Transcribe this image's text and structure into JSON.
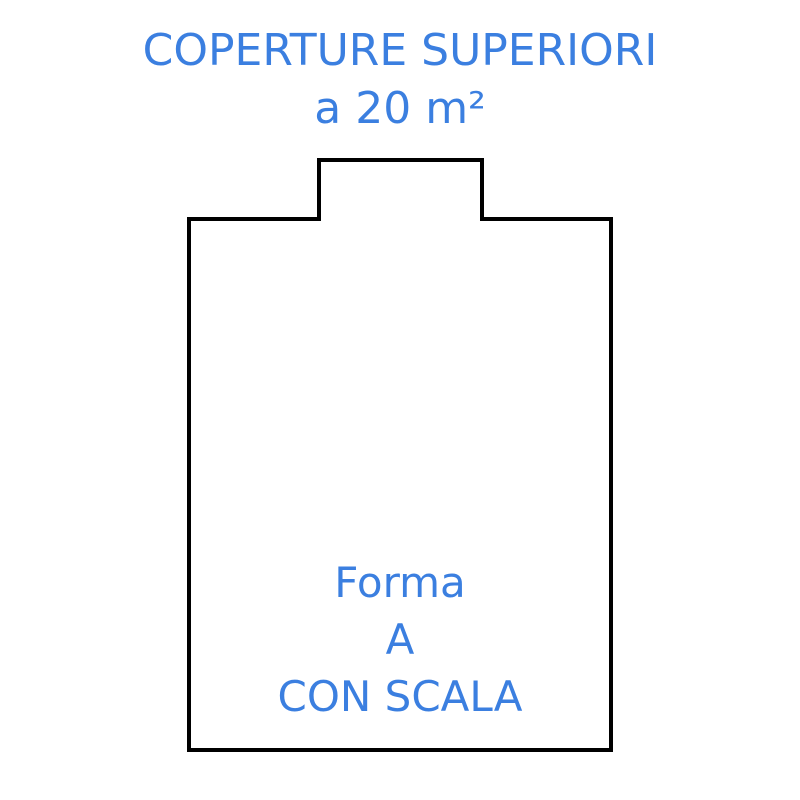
{
  "title": {
    "line1": "COPERTURE SUPERIORI",
    "line2": "a 20 m²"
  },
  "shape": {
    "label_line1": "Forma",
    "label_line2": "A",
    "label_line3": "CON SCALA"
  },
  "colors": {
    "text": "#3b7fe0",
    "outline": "#000000",
    "background": "#ffffff"
  }
}
